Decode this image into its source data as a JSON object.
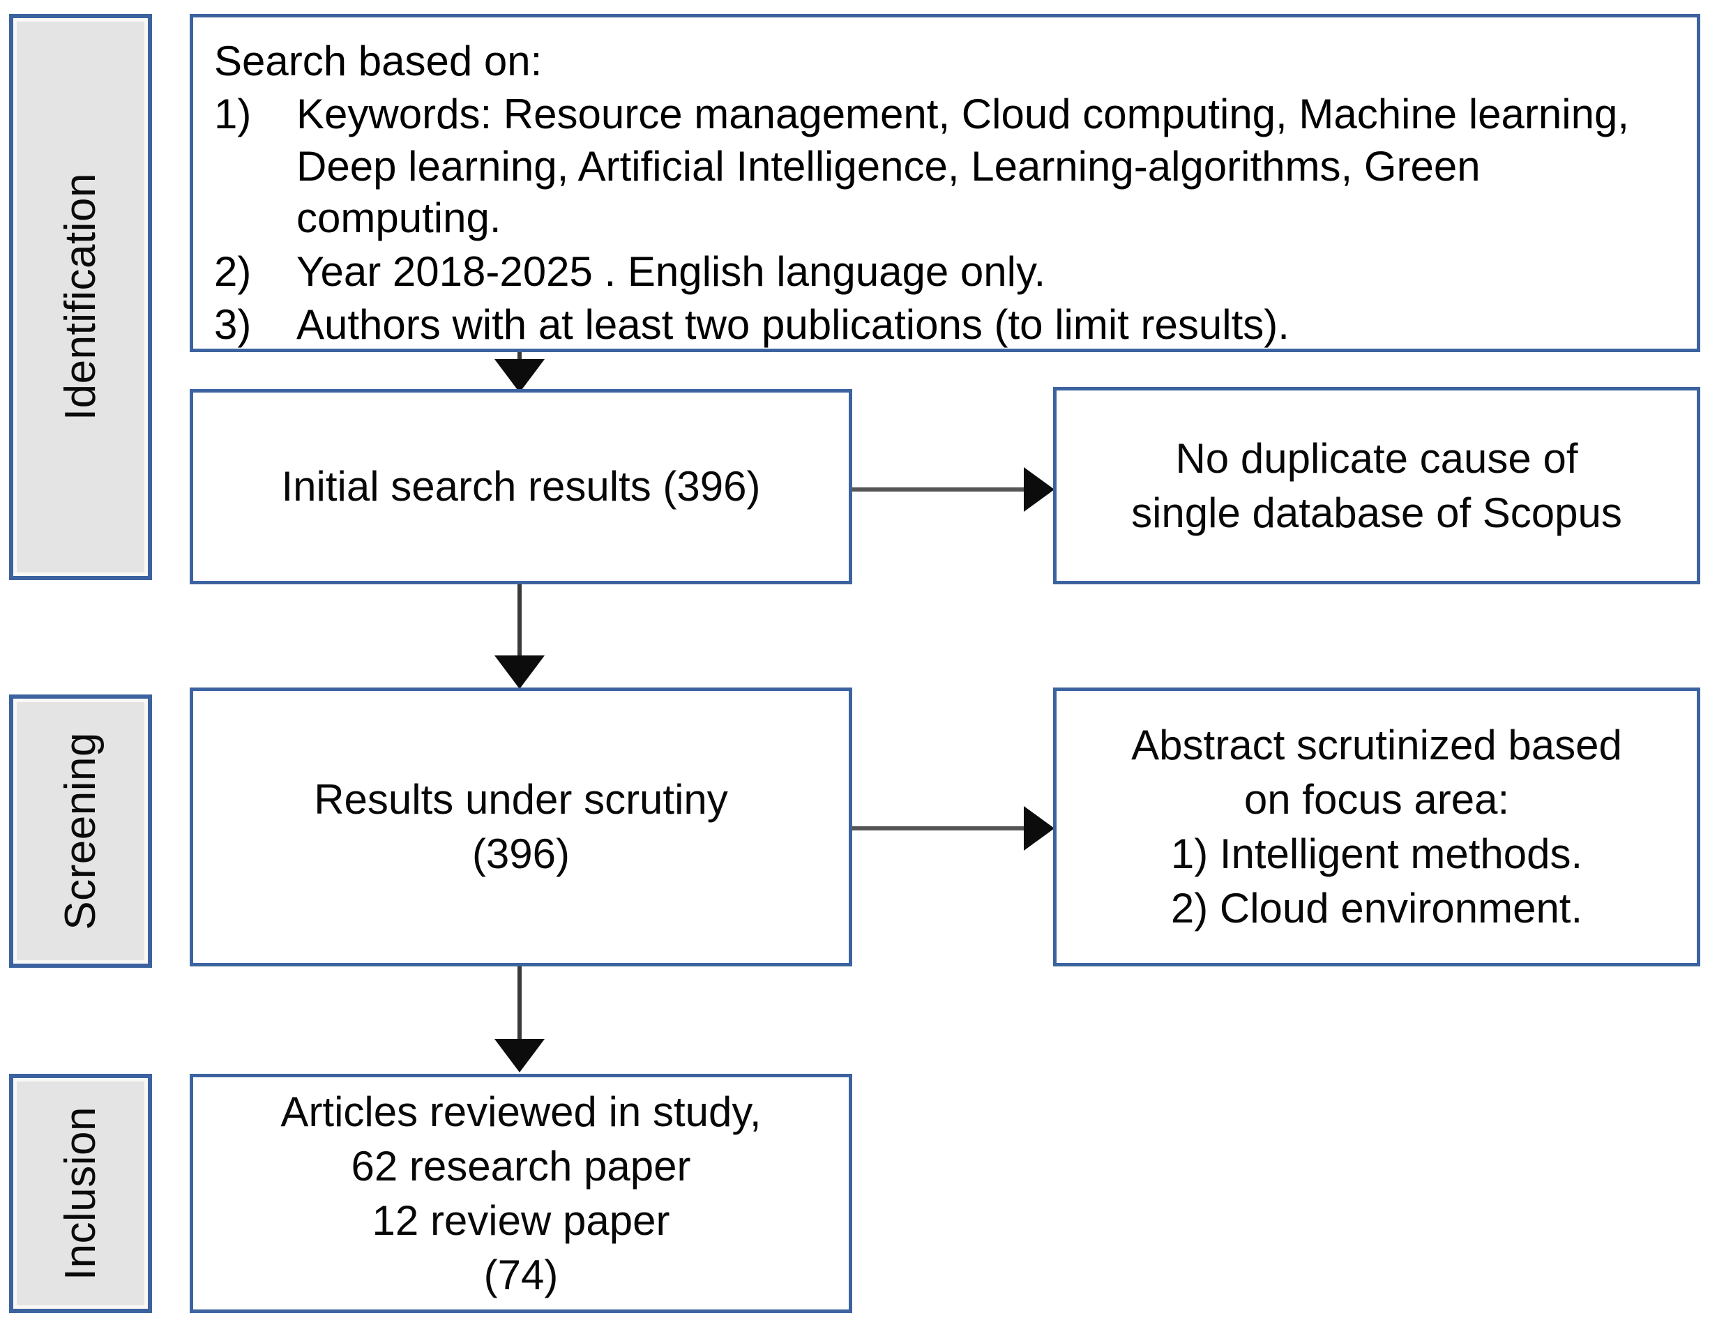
{
  "theme": {
    "box_border_color": "#3C639F",
    "stage_fill_color": "#E4E4E4",
    "arrow_color": "#0C0C0C",
    "connector_line_color": "#555555",
    "page_background": "#FFFFFF",
    "text_color": "#080808"
  },
  "stages": [
    {
      "label": "Identification"
    },
    {
      "label": "Screening"
    },
    {
      "label": "Inclusion"
    }
  ],
  "search_box": {
    "heading": "Search based on:",
    "items": [
      {
        "number": "1)",
        "text": "Keywords: Resource management, Cloud computing, Machine learning, Deep learning, Artificial Intelligence, Learning-algorithms, Green computing."
      },
      {
        "number": "2)",
        "text": "Year 2018-2025 . English language only."
      },
      {
        "number": "3)",
        "text": "Authors with at least two publications (to limit results)."
      }
    ]
  },
  "boxes": {
    "initial_results": {
      "text": "Initial search results (396)",
      "count": 396
    },
    "no_duplicate": {
      "text": "No duplicate cause of\nsingle database of Scopus"
    },
    "under_scrutiny": {
      "text": "Results under scrutiny\n(396)",
      "count": 396
    },
    "abstract_scrutiny": {
      "text": "Abstract scrutinized based\non focus area:\n1) Intelligent methods.\n2) Cloud environment."
    },
    "articles_reviewed": {
      "text": "Articles reviewed in study,\n62 research paper\n12 review paper\n(74)",
      "research_papers": 62,
      "review_papers": 12,
      "total": 74
    }
  }
}
